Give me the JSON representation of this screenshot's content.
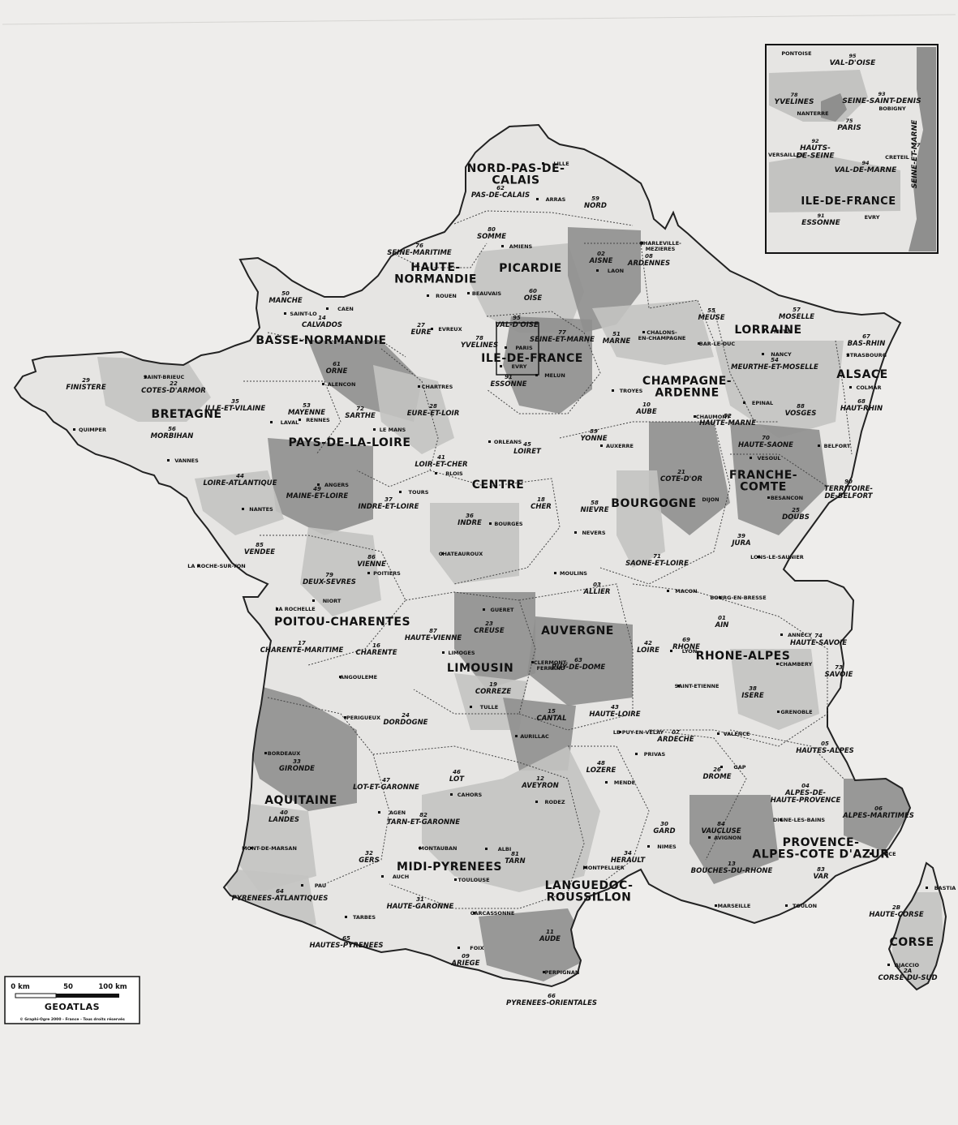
{
  "map": {
    "colors": {
      "paper": "#eeedeb",
      "light": "#e6e5e3",
      "mid": "#c3c3c1",
      "dark": "#8f8f8e",
      "coast": "#222222"
    },
    "regions": [
      {
        "id": "nord",
        "label": "NORD-PAS-DE-\nCALAIS"
      },
      {
        "id": "picardie",
        "label": "PICARDIE"
      },
      {
        "id": "haute-normandie",
        "label": "HAUTE-\nNORMANDIE"
      },
      {
        "id": "basse-normandie",
        "label": "BASSE-NORMANDIE"
      },
      {
        "id": "bretagne",
        "label": "BRETAGNE"
      },
      {
        "id": "pays-de-la-loire",
        "label": "PAYS-DE-LA-LOIRE"
      },
      {
        "id": "ile-de-france",
        "label": "ILE-DE-FRANCE"
      },
      {
        "id": "champagne",
        "label": "CHAMPAGNE-\nARDENNE"
      },
      {
        "id": "lorraine",
        "label": "LORRAINE"
      },
      {
        "id": "alsace",
        "label": "ALSACE"
      },
      {
        "id": "centre",
        "label": "CENTRE"
      },
      {
        "id": "bourgogne",
        "label": "BOURGOGNE"
      },
      {
        "id": "franche-comte",
        "label": "FRANCHE-\nCOMTE"
      },
      {
        "id": "poitou",
        "label": "POITOU-CHARENTES"
      },
      {
        "id": "limousin",
        "label": "LIMOUSIN"
      },
      {
        "id": "auvergne",
        "label": "AUVERGNE"
      },
      {
        "id": "rhone-alpes",
        "label": "RHONE-ALPES"
      },
      {
        "id": "aquitaine",
        "label": "AQUITAINE"
      },
      {
        "id": "midi-pyrenees",
        "label": "MIDI-PYRENEES"
      },
      {
        "id": "languedoc",
        "label": "LANGUEDOC-\nROUSSILLON"
      },
      {
        "id": "paca",
        "label": "PROVENCE-\nALPES-COTE D'AZUR"
      },
      {
        "id": "corse",
        "label": "CORSE"
      }
    ],
    "departments": [
      {
        "num": "62",
        "name": "PAS-DE-CALAIS"
      },
      {
        "num": "59",
        "name": "NORD"
      },
      {
        "num": "80",
        "name": "SOMME"
      },
      {
        "num": "02",
        "name": "AISNE"
      },
      {
        "num": "60",
        "name": "OISE"
      },
      {
        "num": "76",
        "name": "SEINE-MARITIME"
      },
      {
        "num": "27",
        "name": "EURE"
      },
      {
        "num": "50",
        "name": "MANCHE"
      },
      {
        "num": "14",
        "name": "CALVADOS"
      },
      {
        "num": "61",
        "name": "ORNE"
      },
      {
        "num": "29",
        "name": "FINISTERE"
      },
      {
        "num": "22",
        "name": "COTES-D'ARMOR"
      },
      {
        "num": "35",
        "name": "ILLE-ET-VILAINE"
      },
      {
        "num": "56",
        "name": "MORBIHAN"
      },
      {
        "num": "53",
        "name": "MAYENNE"
      },
      {
        "num": "72",
        "name": "SARTHE"
      },
      {
        "num": "44",
        "name": "LOIRE-ATLANTIQUE"
      },
      {
        "num": "49",
        "name": "MAINE-ET-LOIRE"
      },
      {
        "num": "85",
        "name": "VENDEE"
      },
      {
        "num": "95",
        "name": "VAL-D'OISE"
      },
      {
        "num": "78",
        "name": "YVELINES"
      },
      {
        "num": "77",
        "name": "SEINE-ET-MARNE"
      },
      {
        "num": "91",
        "name": "ESSONNE"
      },
      {
        "num": "08",
        "name": "ARDENNES"
      },
      {
        "num": "51",
        "name": "MARNE"
      },
      {
        "num": "10",
        "name": "AUBE"
      },
      {
        "num": "52",
        "name": "HAUTE-MARNE"
      },
      {
        "num": "55",
        "name": "MEUSE"
      },
      {
        "num": "57",
        "name": "MOSELLE"
      },
      {
        "num": "54",
        "name": "MEURTHE-ET-MOSELLE"
      },
      {
        "num": "88",
        "name": "VOSGES"
      },
      {
        "num": "67",
        "name": "BAS-RHIN"
      },
      {
        "num": "68",
        "name": "HAUT-RHIN"
      },
      {
        "num": "28",
        "name": "EURE-ET-LOIR"
      },
      {
        "num": "45",
        "name": "LOIRET"
      },
      {
        "num": "41",
        "name": "LOIR-ET-CHER"
      },
      {
        "num": "37",
        "name": "INDRE-ET-LOIRE"
      },
      {
        "num": "36",
        "name": "INDRE"
      },
      {
        "num": "18",
        "name": "CHER"
      },
      {
        "num": "89",
        "name": "YONNE"
      },
      {
        "num": "58",
        "name": "NIEVRE"
      },
      {
        "num": "21",
        "name": "COTE-D'OR"
      },
      {
        "num": "71",
        "name": "SAONE-ET-LOIRE"
      },
      {
        "num": "70",
        "name": "HAUTE-SAONE"
      },
      {
        "num": "25",
        "name": "DOUBS"
      },
      {
        "num": "39",
        "name": "JURA"
      },
      {
        "num": "90",
        "name": "TERRITOIRE-\nDE-BELFORT"
      },
      {
        "num": "79",
        "name": "DEUX-SEVRES"
      },
      {
        "num": "86",
        "name": "VIENNE"
      },
      {
        "num": "17",
        "name": "CHARENTE-MARITIME"
      },
      {
        "num": "16",
        "name": "CHARENTE"
      },
      {
        "num": "87",
        "name": "HAUTE-VIENNE"
      },
      {
        "num": "23",
        "name": "CREUSE"
      },
      {
        "num": "19",
        "name": "CORREZE"
      },
      {
        "num": "03",
        "name": "ALLIER"
      },
      {
        "num": "63",
        "name": "PUY-DE-DOME"
      },
      {
        "num": "15",
        "name": "CANTAL"
      },
      {
        "num": "43",
        "name": "HAUTE-LOIRE"
      },
      {
        "num": "42",
        "name": "LOIRE"
      },
      {
        "num": "69",
        "name": "RHONE"
      },
      {
        "num": "01",
        "name": "AIN"
      },
      {
        "num": "74",
        "name": "HAUTE-SAVOIE"
      },
      {
        "num": "73",
        "name": "SAVOIE"
      },
      {
        "num": "38",
        "name": "ISERE"
      },
      {
        "num": "07",
        "name": "ARDECHE"
      },
      {
        "num": "26",
        "name": "DROME"
      },
      {
        "num": "24",
        "name": "DORDOGNE"
      },
      {
        "num": "33",
        "name": "GIRONDE"
      },
      {
        "num": "40",
        "name": "LANDES"
      },
      {
        "num": "47",
        "name": "LOT-ET-GARONNE"
      },
      {
        "num": "64",
        "name": "PYRENEES-ATLANTIQUES"
      },
      {
        "num": "46",
        "name": "LOT"
      },
      {
        "num": "12",
        "name": "AVEYRON"
      },
      {
        "num": "82",
        "name": "TARN-ET-GARONNE"
      },
      {
        "num": "81",
        "name": "TARN"
      },
      {
        "num": "32",
        "name": "GERS"
      },
      {
        "num": "31",
        "name": "HAUTE-GARONNE"
      },
      {
        "num": "65",
        "name": "HAUTES-PYRENEES"
      },
      {
        "num": "09",
        "name": "ARIEGE"
      },
      {
        "num": "48",
        "name": "LOZERE"
      },
      {
        "num": "30",
        "name": "GARD"
      },
      {
        "num": "34",
        "name": "HERAULT"
      },
      {
        "num": "11",
        "name": "AUDE"
      },
      {
        "num": "66",
        "name": "PYRENEES-ORIENTALES"
      },
      {
        "num": "84",
        "name": "VAUCLUSE"
      },
      {
        "num": "13",
        "name": "BOUCHES-DU-RHONE"
      },
      {
        "num": "83",
        "name": "VAR"
      },
      {
        "num": "04",
        "name": "ALPES-DE-\nHAUTE-PROVENCE"
      },
      {
        "num": "05",
        "name": "HAUTES-ALPES"
      },
      {
        "num": "06",
        "name": "ALPES-MARITIMES"
      },
      {
        "num": "2B",
        "name": "HAUTE-CORSE"
      },
      {
        "num": "2A",
        "name": "CORSE-DU-SUD"
      }
    ],
    "cities": [
      "LILLE",
      "ARRAS",
      "AMIENS",
      "LAON",
      "BEAUVAIS",
      "ROUEN",
      "EVREUX",
      "CAEN",
      "SAINT-LO",
      "ALENCON",
      "RENNES",
      "QUIMPER",
      "VANNES",
      "SAINT-BRIEUC",
      "LAVAL",
      "LE MANS",
      "ANGERS",
      "NANTES",
      "LA ROCHE-SUR-YON",
      "PARIS",
      "MELUN",
      "CHARLEVILLE-\nMEZIERES",
      "CHALONS-\nEN-CHAMPAGNE",
      "TROYES",
      "CHAUMONT",
      "BAR-LE-DUC",
      "METZ",
      "NANCY",
      "EPINAL",
      "STRASBOURG",
      "COLMAR",
      "CHARTRES",
      "ORLEANS",
      "BLOIS",
      "TOURS",
      "CHATEAUROUX",
      "BOURGES",
      "AUXERRE",
      "NEVERS",
      "DIJON",
      "MACON",
      "VESOUL",
      "BESANCON",
      "BELFORT",
      "LONS-LE-SAUNIER",
      "POITIERS",
      "NIORT",
      "LA ROCHELLE",
      "ANGOULEME",
      "LIMOGES",
      "GUERET",
      "TULLE",
      "MOULINS",
      "CLERMONT-\nFERRAND",
      "AURILLAC",
      "LE PUY-EN-VELAY",
      "LYON",
      "SAINT-ETIENNE",
      "BOURG-EN-BRESSE",
      "ANNECY",
      "CHAMBERY",
      "GRENOBLE",
      "VALENCE",
      "PRIVAS",
      "GAP",
      "PERIGUEUX",
      "BORDEAUX",
      "AGEN",
      "MONT-DE-MARSAN",
      "PAU",
      "CAHORS",
      "RODEZ",
      "MONTAUBAN",
      "ALBI",
      "AUCH",
      "TOULOUSE",
      "TARBES",
      "FOIX",
      "CARCASSONNE",
      "PERPIGNAN",
      "MENDE",
      "NIMES",
      "MONTPELLIER",
      "AVIGNON",
      "MARSEILLE",
      "TOULON",
      "DIGNE-LES-BAINS",
      "NICE",
      "BASTIA",
      "AJACCIO",
      "EVRY"
    ]
  },
  "inset": {
    "title": "ILE-DE-FRANCE",
    "labels": [
      {
        "num": "95",
        "name": "VAL-D'OISE"
      },
      {
        "num": "78",
        "name": "YVELINES"
      },
      {
        "num": "93",
        "name": "SEINE-SAINT-DENIS"
      },
      {
        "num": "75",
        "name": "PARIS"
      },
      {
        "num": "92",
        "name": "HAUTS-\nDE-SEINE"
      },
      {
        "num": "94",
        "name": "VAL-DE-MARNE"
      },
      {
        "num": "77",
        "name": "SEINE-ET-MARNE"
      },
      {
        "num": "91",
        "name": "ESSONNE"
      }
    ],
    "cities": [
      "PONTOISE",
      "NANTERRE",
      "BOBIGNY",
      "VERSAILLES",
      "CRETEIL",
      "EVRY"
    ]
  },
  "scale": {
    "ticks": [
      "0 km",
      "50",
      "100 km"
    ],
    "brand": "GEOATLAS",
    "copyright": "© Graphi-Ogre 2000 - France - Tous droits réservés"
  }
}
